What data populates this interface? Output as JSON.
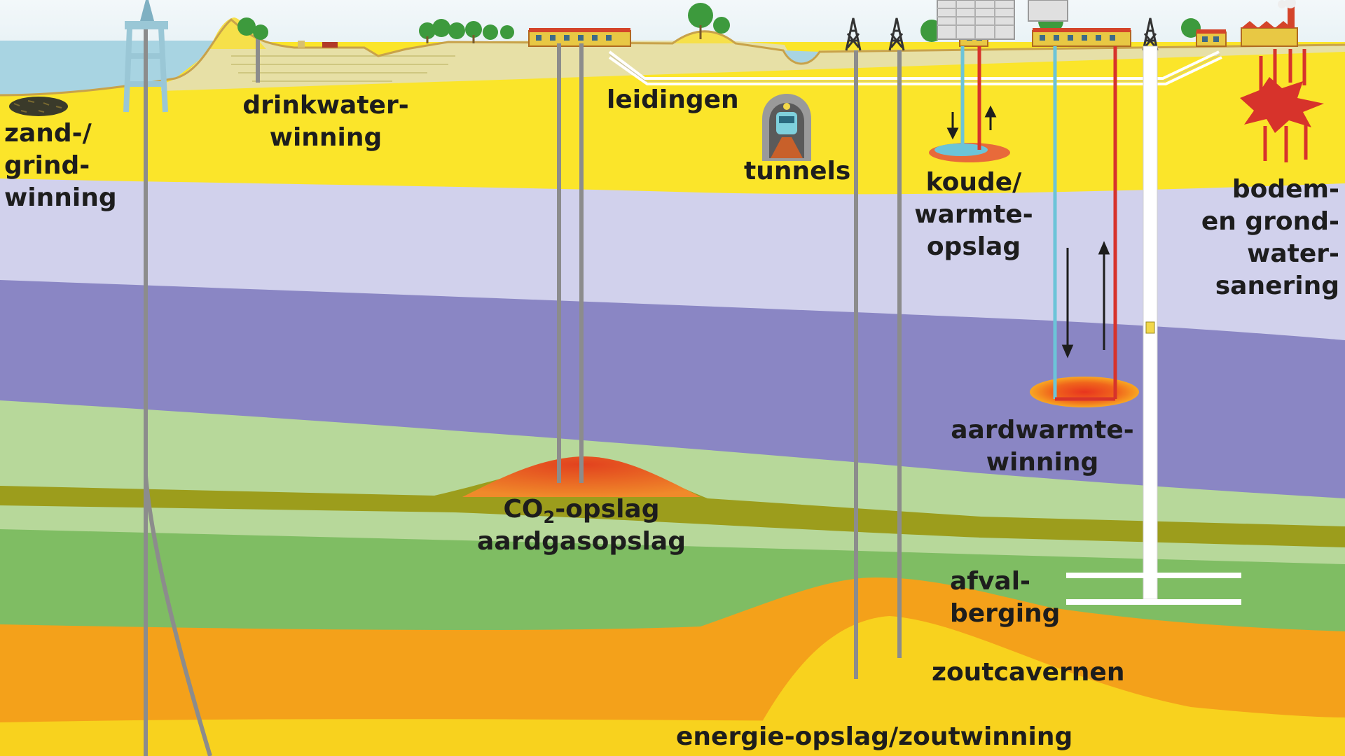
{
  "labels": {
    "zand": [
      "zand-/",
      "grind-",
      "winning"
    ],
    "drinkwater": [
      "drinkwater-",
      "winning"
    ],
    "leidingen": "leidingen",
    "tunnels": "tunnels",
    "koude": [
      "koude/",
      "warmte-",
      "opslag"
    ],
    "bodem": [
      "bodem-",
      "en grond-",
      "water-",
      "sanering"
    ],
    "aardwarmte": [
      "aardwarmte-",
      "winning"
    ],
    "co2_prefix": "CO",
    "co2_sub": "2",
    "co2_suffix": "-opslag",
    "aardgas": "aardgasopslag",
    "afval": [
      "afval-",
      "berging"
    ],
    "zoutcavernen": "zoutcavernen",
    "energie": "energie-opslag/zoutwinning"
  },
  "colors": {
    "sky": "#e8f2f6",
    "sea": "#a8d4e2",
    "yellow": "#fbe52a",
    "lavender": "#d1d1ec",
    "blue_violet": "#8a86c4",
    "light_green": "#b7d89a",
    "olive": "#9c9d1c",
    "green": "#7fbd63",
    "orange": "#f4a11a",
    "gold": "#f8d21e",
    "pipe_grey": "#8c8c8c",
    "cold_pipe": "#6cc4d8",
    "hot_pipe": "#d7332b",
    "heat": "#e2421e"
  },
  "icons": [
    "drilling-platform-icon",
    "derrick-icon",
    "tree-icon",
    "house-icon",
    "factory-icon",
    "building-icon",
    "train-tunnel-icon",
    "contamination-icon"
  ]
}
